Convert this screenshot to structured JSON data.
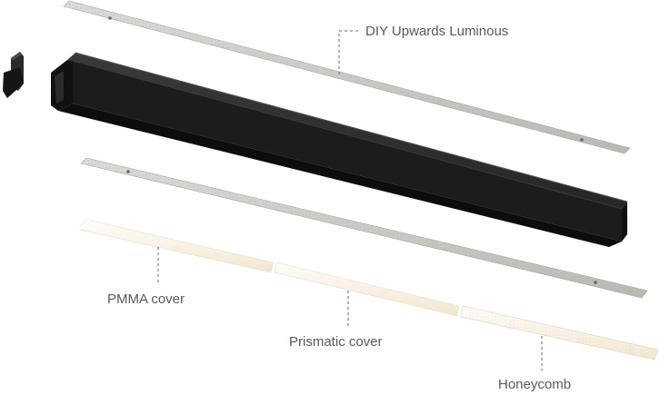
{
  "labels": {
    "diy": "DIY Upwards Luminous",
    "pmma": "PMMA cover",
    "prismatic": "Prismatic cover",
    "honeycomb": "Honeycomb"
  },
  "components": [
    {
      "name": "end-cap",
      "color": "#1f1f1f"
    },
    {
      "name": "upper-led-strip",
      "color": "#c9cbc4"
    },
    {
      "name": "aluminum-profile",
      "color": "#232323"
    },
    {
      "name": "lower-led-strip",
      "color": "#c9cbc4"
    },
    {
      "name": "pmma-cover-section",
      "color": "#fbf5e9"
    },
    {
      "name": "prismatic-cover-section",
      "color": "#fbf3e3"
    },
    {
      "name": "honeycomb-section",
      "color": "#f7ecd6"
    }
  ],
  "colors": {
    "label": "#595959",
    "leader-line": "#666666",
    "background": "#ffffff"
  }
}
